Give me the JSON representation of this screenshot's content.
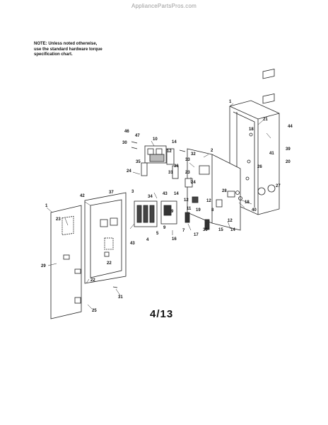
{
  "watermark": "AppliancePartsPros.com",
  "note": {
    "line1": "NOTE: Unless noted otherwise,",
    "line2": "use the standard hardware torque",
    "line3": "specification chart."
  },
  "page_number": "4/13",
  "callouts": [
    "1",
    "21",
    "18",
    "44",
    "39",
    "41",
    "20",
    "26",
    "27",
    "46",
    "47",
    "10",
    "14",
    "12",
    "30",
    "35",
    "33",
    "32",
    "2",
    "24",
    "36",
    "31",
    "23",
    "24",
    "34",
    "37",
    "42",
    "3",
    "43",
    "14",
    "12",
    "11",
    "28",
    "9",
    "19",
    "18",
    "40",
    "4",
    "5",
    "9",
    "22",
    "43",
    "17",
    "16",
    "7",
    "8",
    "30",
    "15",
    "14",
    "12",
    "12",
    "1",
    "23",
    "29",
    "22",
    "25",
    "31"
  ]
}
